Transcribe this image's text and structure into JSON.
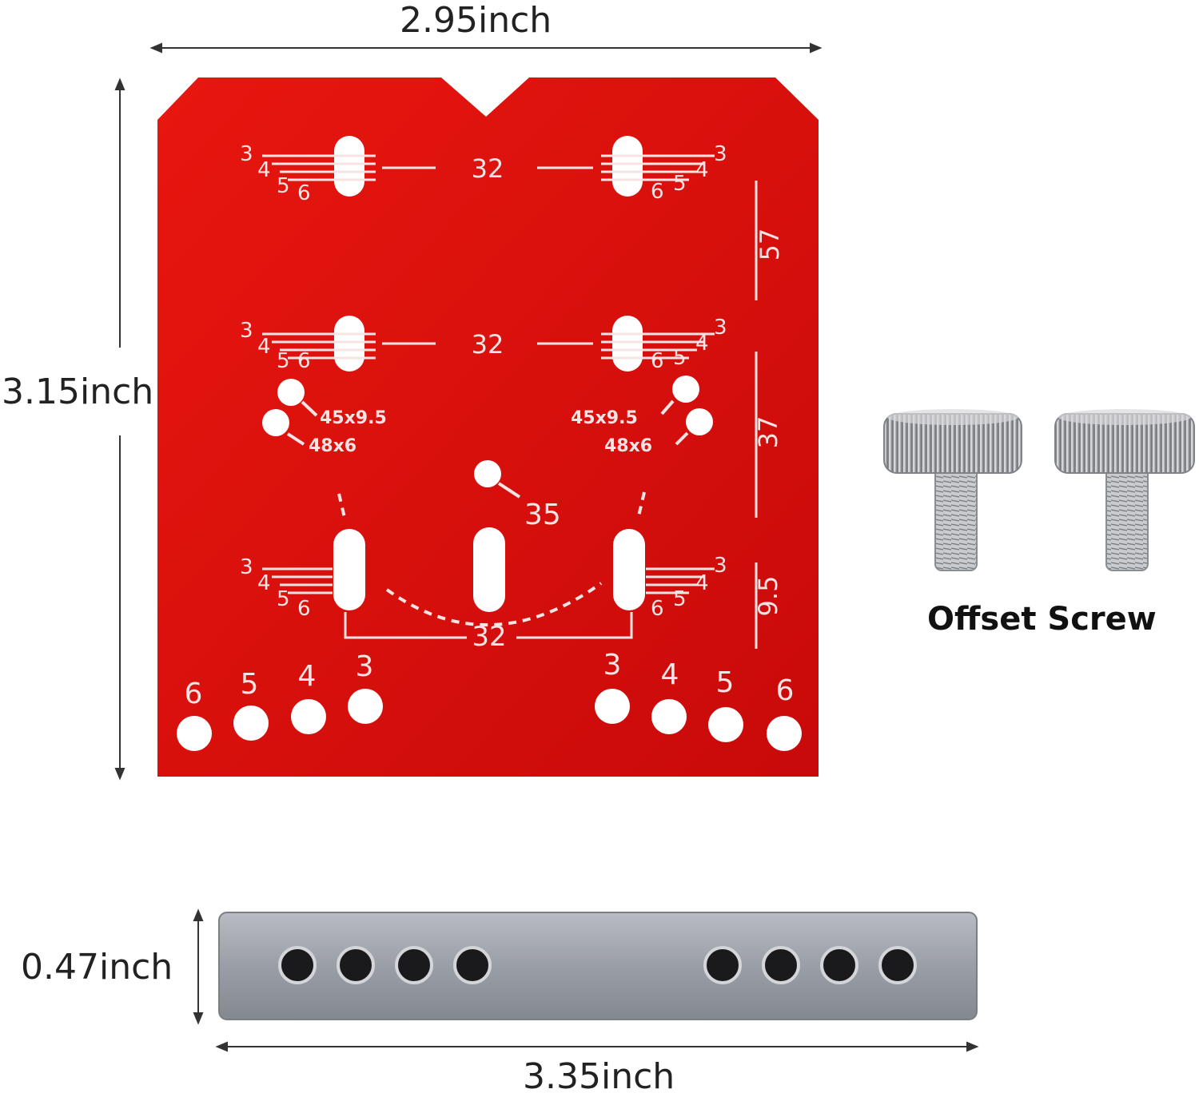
{
  "dimensions": {
    "plate_width": "2.95inch",
    "plate_height": "3.15inch",
    "bar_height": "0.47inch",
    "bar_width": "3.35inch"
  },
  "screw": {
    "label": "Offset Screw"
  },
  "plate": {
    "color": "#e01010",
    "marking_color": "#f3dede",
    "top_row": {
      "left_scale": [
        "3",
        "4",
        "5",
        "6"
      ],
      "center": "32",
      "right_scale": [
        "3",
        "4",
        "5",
        "6"
      ]
    },
    "middle_row": {
      "left_scale": [
        "3",
        "4",
        "5",
        "6"
      ],
      "center": "32",
      "right_scale": [
        "3",
        "4",
        "5",
        "6"
      ]
    },
    "hole_labels": {
      "a": "45x9.5",
      "b": "48x6",
      "center": "35"
    },
    "bottom_row": {
      "left_scale": [
        "3",
        "4",
        "5",
        "6"
      ],
      "center": "32",
      "right_scale": [
        "3",
        "4",
        "5",
        "6"
      ]
    },
    "bottom_holes_left": [
      "6",
      "5",
      "4",
      "3"
    ],
    "bottom_holes_right": [
      "3",
      "4",
      "5",
      "6"
    ],
    "side_scale": [
      "57",
      "37",
      "9.5"
    ]
  },
  "bar": {
    "color": "#9a9ea6"
  }
}
